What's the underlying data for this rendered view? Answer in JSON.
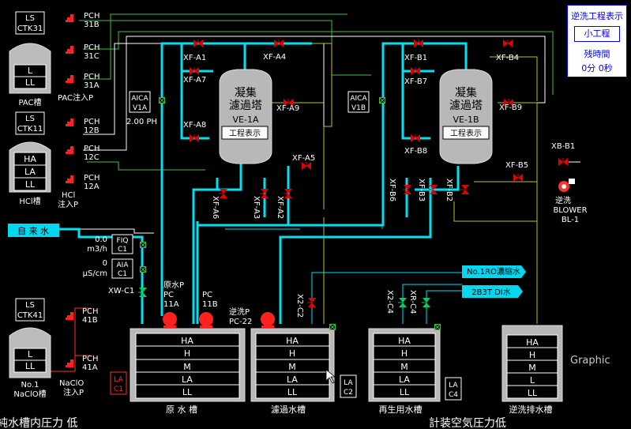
{
  "status_panel": {
    "title": "逆洗工程表示",
    "step_button": "小工程",
    "remaining_label": "残時間",
    "remaining_value": "0分 0秒"
  },
  "colors": {
    "water_line": "#00e0f0",
    "signal_line": "#40c040",
    "alarm_line": "#ff3030",
    "drain_line": "#c0c020",
    "valve_closed": "#e00000",
    "valve_open": "#00d060"
  },
  "tanks_left": {
    "pac": {
      "ls": [
        "LS",
        "CTK31"
      ],
      "levels": [
        "L",
        "LL"
      ],
      "name": "PAC槽",
      "pumps": [
        "PCH",
        "31B",
        "PCH",
        "31C",
        "PCH",
        "31A"
      ],
      "pump_label": "PAC注入P"
    },
    "hcl": {
      "ls": [
        "LS",
        "CTK11"
      ],
      "levels": [
        "HA",
        "LA",
        "LL"
      ],
      "name": "HCl槽",
      "pumps": [
        "PCH",
        "12B",
        "PCH",
        "12C",
        "PCH",
        "12A"
      ],
      "pump_label": [
        "HCl",
        "注入P"
      ]
    },
    "naclo": {
      "ls": [
        "LS",
        "CTK41"
      ],
      "levels": [
        "L",
        "LL"
      ],
      "name": [
        "No.1",
        "NaClO槽"
      ],
      "pumps": [
        "PCH",
        "41B",
        "PCH",
        "41A"
      ],
      "pump_label": [
        "NaClO",
        "注入P"
      ]
    }
  },
  "instruments": {
    "aica_a": [
      "AICA",
      "V1A"
    ],
    "ph": "2.00 PH",
    "aica_b": [
      "AICA",
      "V1B"
    ],
    "city_water": "自 来 水",
    "fiq": [
      "FIQ",
      "C1"
    ],
    "fiq_val": "0.0",
    "fiq_unit": "m3/h",
    "aia": [
      "AIA",
      "C1"
    ],
    "aia_val": "0",
    "aia_unit": "μS/cm",
    "xw_c1": "XW-C1",
    "ro_water": "No.1RO濃縮水",
    "d2b3t": "2B3T DI水",
    "xb_b1": "XB-B1",
    "blower": [
      "逆洗",
      "BLOWER",
      "BL-1"
    ]
  },
  "filters": {
    "a": {
      "name": [
        "凝集",
        "濾過塔"
      ],
      "id": "VE-1A",
      "btn": "工程表示"
    },
    "b": {
      "name": [
        "凝集",
        "濾過塔"
      ],
      "id": "VE-1B",
      "btn": "工程表示"
    }
  },
  "valves": {
    "xfa1": "XF-A1",
    "xfa4": "XF-A4",
    "xfa7": "XF-A7",
    "xfa8": "XF-A8",
    "xfa9": "XF-A9",
    "xfa5": "XF-A5",
    "xfa6": "XF-A6",
    "xfa3": "XF-A3",
    "xfa2": "XF-A2",
    "xfb1": "XF-B1",
    "xfb4": "XF-B4",
    "xfb7": "XF-B7",
    "xfb8": "XF-B8",
    "xfb9": "XF-B9",
    "xfb5": "XF-B5",
    "xfb6": "XF-B6",
    "xfb3": "XF-B3",
    "xfb2": "XF-B2",
    "x2c2": "X2-C2",
    "x2c4": "X2-C4",
    "xrc4": "XR-C4"
  },
  "pumps_main": {
    "raw": [
      "原水P",
      "PC",
      "11A"
    ],
    "raw_b": [
      "PC",
      "11B"
    ],
    "back": [
      "逆洗P",
      "PC-22"
    ]
  },
  "tanks_bottom": {
    "raw": {
      "levels": [
        "HA",
        "H",
        "M",
        "LA",
        "LL"
      ],
      "name": "原 水 槽",
      "la": [
        "LA",
        "C1"
      ]
    },
    "filt": {
      "levels": [
        "HA",
        "H",
        "M",
        "LA",
        "LL"
      ],
      "name": "濾過水槽",
      "la": [
        "LA",
        "C2"
      ]
    },
    "reuse": {
      "levels": [
        "HA",
        "H",
        "M",
        "LA",
        "LL"
      ],
      "name": "再生用水槽",
      "la": [
        "LA",
        "C4"
      ]
    },
    "drain": {
      "levels": [
        "HA",
        "H",
        "M",
        "L",
        "LL"
      ],
      "name": "逆洗排水槽"
    }
  },
  "footer": {
    "graphic": "Graphic",
    "alarm_left": "純水槽内圧力 低",
    "alarm_right": "計装空気圧力低"
  }
}
